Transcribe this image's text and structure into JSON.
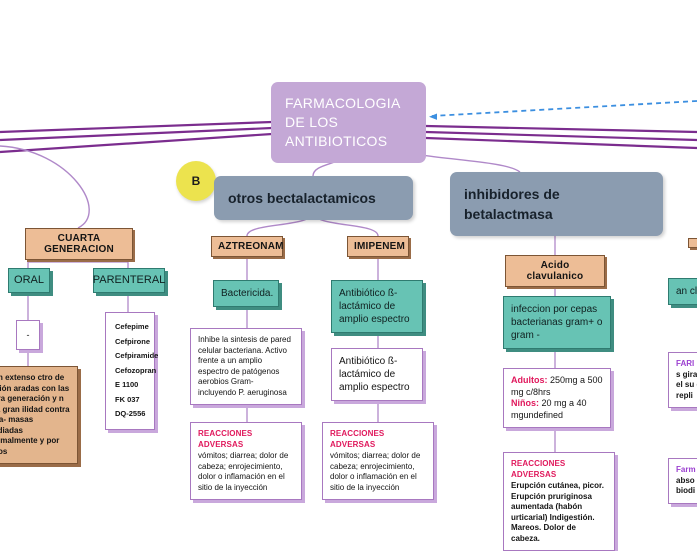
{
  "root": {
    "title": "FARMACOLOGIA DE LOS ANTIBIOTICOS"
  },
  "branches": {
    "otros": {
      "label": "otros bectalactamicos",
      "marker": "B"
    },
    "inhibidores": {
      "label": "inhibidores de betalactmasa"
    }
  },
  "cuarta": {
    "label": "CUARTA GENERACION",
    "oral": {
      "label": "ORAL",
      "child": "-"
    },
    "parenteral": {
      "label": "PARENTERAL",
      "drugs": [
        "Cefepime",
        "Cefpirone",
        "Cefpiramide",
        "Cefozopran",
        "E 1100",
        "FK 037",
        "DQ-2556"
      ]
    },
    "note": "n un extenso ctro de acción aradas con las de ra generación y n una gran ilidad contra Beta- masas mediadas osomalmente y por nidos"
  },
  "aztreonam": {
    "label": "AZTREONAM",
    "type": "Bactericida.",
    "description": "Inhibe la sintesis de pared celular bacteriana. Activo frente a un amplio espectro de patógenos aerobios Gram- incluyendo P. aeruginosa",
    "adverse_title": "REACCIONES ADVERSAS",
    "adverse": "vómitos; diarrea; dolor de cabeza; enrojecimiento, dolor o inflamación en el sitio de la inyección"
  },
  "imipenem": {
    "label": "IMIPENEM",
    "type": "Antibiótico ß-lactámico de amplio espectro",
    "description": "Antibiótico ß-lactámico de amplio espectro",
    "adverse_title": "REACCIONES ADVERSAS",
    "adverse": "vómitos; diarrea; dolor de cabeza; enrojecimiento, dolor o inflamación en el sitio de la inyección"
  },
  "clavulanico": {
    "label": "Acido clavulanico",
    "indication": "infeccion por cepas bacterianas gram+ o gram -",
    "dose": {
      "adults_label": "Adultos:",
      "adults_value": "250mg a 500 mg c/8hrs",
      "children_label": "Niños:",
      "children_value": "20 mg a 40 mgundefined"
    },
    "adverse_title": "REACCIONES ADVERSAS",
    "adverse": "Erupción cutánea, picor. Erupción pruriginosa aumentada (habón urticarial) Indigestión. Mareos. Dolor de cabeza."
  },
  "clipped_right": {
    "teal": "an cla flu",
    "farmacodinamia_title": "FARI",
    "farmacodinamia_body": "norfl por s giras respe el su exce repli",
    "farmacocinetica_title": "Farm",
    "farmacocinetica_body": "de of abso incor biodi apro"
  },
  "colors": {
    "root": "#c4a8d6",
    "branch": "#8b9cb0",
    "tan": "#edbd96",
    "teal": "#67c3b4",
    "marker": "#ece34e",
    "accent_pink": "#e0185c",
    "connector": "#b089c9",
    "trunk": "#7b2d8e",
    "dashed": "#3c8fe0"
  }
}
